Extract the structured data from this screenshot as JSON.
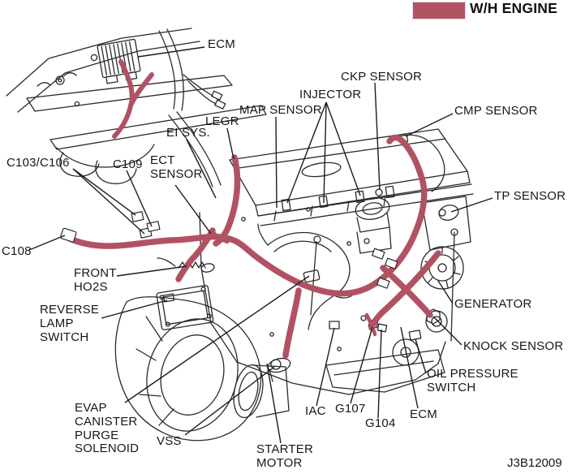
{
  "legend": {
    "label": "W/H ENGINE",
    "swatch_color": "#b15263"
  },
  "diagram_code": "J3B12009",
  "colors": {
    "harness_highlight": "#b15263",
    "line_art": "#2a2a2a",
    "background": "#ffffff"
  },
  "labels": {
    "ecm_top": "ECM",
    "ckp_sensor": "CKP SENSOR",
    "injector": "INJECTOR",
    "map_sensor": "MAP SENSOR",
    "cmp_sensor": "CMP SENSOR",
    "legr": "LEGR",
    "ei_sys": "EI SYS.",
    "ect_sensor": "ECT\nSENSOR",
    "c103_c106": "C103/C106",
    "c109": "C109",
    "c108": "C108",
    "front_ho2s": "FRONT\nHO2S",
    "reverse_lamp_switch": "REVERSE\nLAMP\nSWITCH",
    "tp_sensor": "TP SENSOR",
    "generator": "GENERATOR",
    "knock_sensor": "KNOCK SENSOR",
    "oil_pressure_switch": "OIL PRESSURE SWITCH",
    "evap_canister_purge_solenoid": "EVAP\nCANISTER\nPURGE\nSOLENOID",
    "vss": "VSS",
    "starter_motor": "STARTER\nMOTOR",
    "iac": "IAC",
    "g107": "G107",
    "g104": "G104",
    "ecm_bottom": "ECM"
  }
}
